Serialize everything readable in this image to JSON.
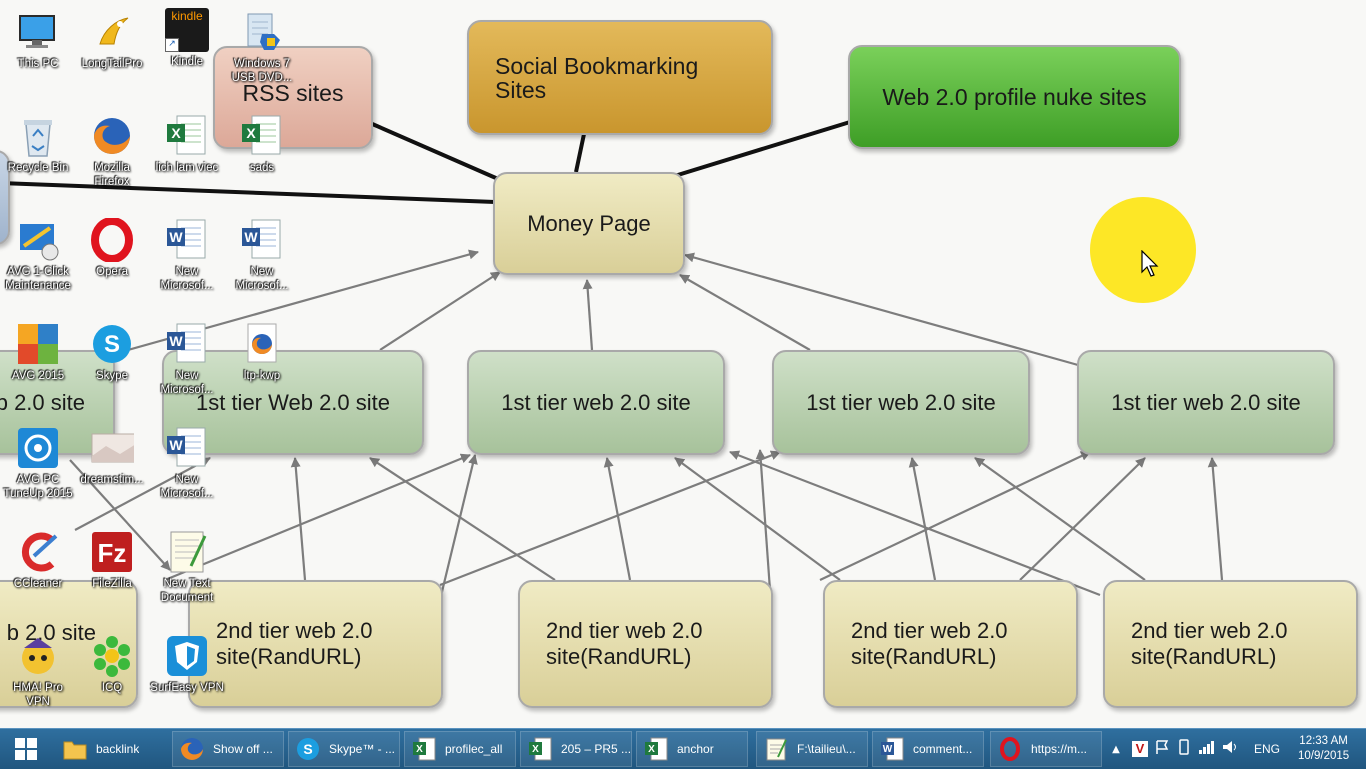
{
  "diagram": {
    "top_nodes": {
      "rss": "RSS sites",
      "social": [
        "Social Bookmarking",
        "Sites"
      ],
      "web20_nuke": "Web 2.0 profile nuke sites"
    },
    "money_page": "Money Page",
    "tier1": {
      "partial": "b 2.0 site",
      "label_a": "1st tier Web 2.0 site",
      "label_b": "1st tier web 2.0 site",
      "label_c": "1st tier web 2.0 site",
      "label_d": "1st tier web 2.0 site"
    },
    "tier2": {
      "partial": "b 2.0 site",
      "label": [
        "2nd tier web 2.0",
        "site(RandURL)"
      ]
    },
    "colors": {
      "top_rss": "#e6b8a6",
      "top_social": "#d2a441",
      "top_nuke": "#54b235",
      "green_node": "#b7cfad",
      "tan_node": "#e7e0ae",
      "highlight": "#ffe600"
    }
  },
  "desktop": {
    "icons": [
      {
        "label": [
          "This PC"
        ],
        "icon": "computer-icon"
      },
      {
        "label": [
          "LongTailPro"
        ],
        "icon": "longtailpro-icon"
      },
      {
        "label": [
          "Kindle"
        ],
        "icon": "kindle-icon",
        "glyph_text": "kindle"
      },
      {
        "label": [
          "Windows 7",
          "USB DVD..."
        ],
        "icon": "windows-usb-tool-icon"
      },
      {
        "label": [
          "Recycle Bin"
        ],
        "icon": "recycle-bin-icon"
      },
      {
        "label": [
          "Mozilla",
          "Firefox"
        ],
        "icon": "firefox-icon"
      },
      {
        "label": [
          "lich lam viec"
        ],
        "icon": "excel-file-icon"
      },
      {
        "label": [
          "sads"
        ],
        "icon": "excel-file-icon"
      },
      {
        "label": [
          "AVG 1-Click",
          "Maintenance"
        ],
        "icon": "avg-maintenance-icon"
      },
      {
        "label": [
          "Opera"
        ],
        "icon": "opera-icon"
      },
      {
        "label": [
          "New",
          "Microsof..."
        ],
        "icon": "word-file-icon"
      },
      {
        "label": [
          "New",
          "Microsof..."
        ],
        "icon": "word-file-icon"
      },
      {
        "label": [
          "AVG 2015"
        ],
        "icon": "avg-icon"
      },
      {
        "label": [
          "Skype"
        ],
        "icon": "skype-icon"
      },
      {
        "label": [
          "New",
          "Microsof..."
        ],
        "icon": "word-file-icon"
      },
      {
        "label": [
          "ltp-kwp"
        ],
        "icon": "firefox-file-icon"
      },
      {
        "label": [
          "AVG PC",
          "TuneUp 2015"
        ],
        "icon": "avg-tuneup-icon"
      },
      {
        "label": [
          "dreamstim..."
        ],
        "icon": "image-file-icon"
      },
      {
        "label": [
          "New",
          "Microsof..."
        ],
        "icon": "word-file-icon"
      },
      {
        "label": [
          "CCleaner"
        ],
        "icon": "ccleaner-icon"
      },
      {
        "label": [
          "FileZilla"
        ],
        "icon": "filezilla-icon"
      },
      {
        "label": [
          "New Text",
          "Document"
        ],
        "icon": "text-document-icon"
      },
      {
        "label": [
          "HMA! Pro",
          "VPN"
        ],
        "icon": "hma-vpn-icon"
      },
      {
        "label": [
          "ICQ"
        ],
        "icon": "icq-icon"
      },
      {
        "label": [
          "SurfEasy VPN"
        ],
        "icon": "surfeasy-vpn-icon"
      }
    ]
  },
  "taskbar": {
    "items": [
      {
        "label": "backlink",
        "icon": "folder-icon"
      },
      {
        "label": "Show off ...",
        "icon": "firefox-icon"
      },
      {
        "label": "Skype™ - ...",
        "icon": "skype-icon"
      },
      {
        "label": "profilec_all",
        "icon": "excel-icon"
      },
      {
        "label": "205 – PR5 ...",
        "icon": "excel-icon"
      },
      {
        "label": "anchor",
        "icon": "excel-icon"
      },
      {
        "label": "F:\\tailieu\\...",
        "icon": "notepad-icon"
      },
      {
        "label": "comment...",
        "icon": "word-icon"
      },
      {
        "label": "https://m...",
        "icon": "opera-icon"
      }
    ],
    "language": "ENG",
    "time": "12:33 AM",
    "date": "10/9/2015"
  }
}
